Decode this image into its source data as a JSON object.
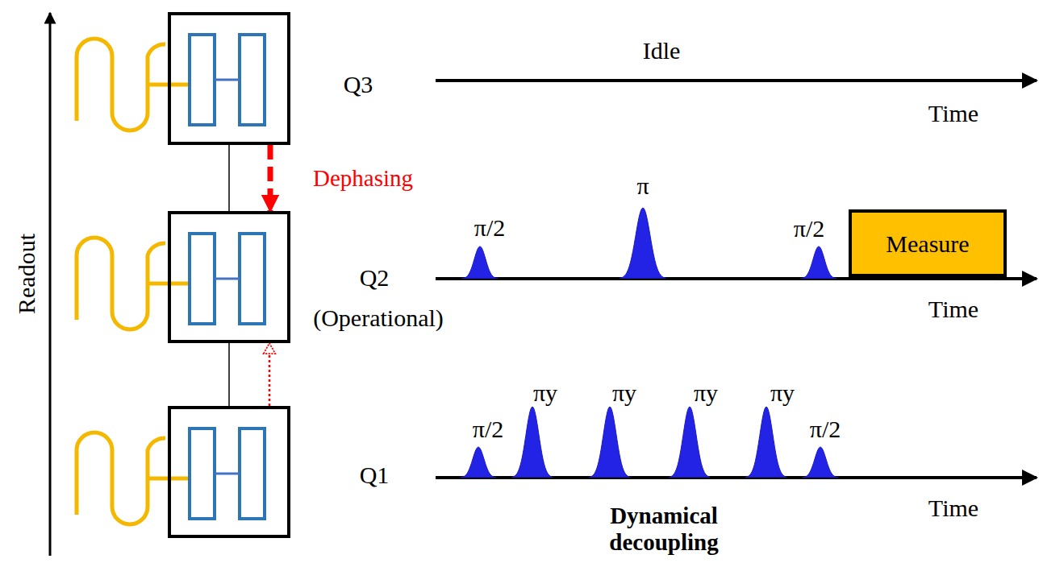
{
  "diagram": {
    "nodes": [
      {
        "text": [
          "Q3"
        ]
      },
      {
        "text": [
          "Q2",
          "(Operational)"
        ]
      },
      {
        "text": [
          "Measure"
        ]
      },
      {
        "text": [
          "Q1"
        ]
      }
    ],
    "edges": [
      {
        "from": 0,
        "to": 1,
        "arrow": "to",
        "label": "Dephasing"
      },
      {
        "from": 3,
        "to": 1,
        "arrow": "to"
      },
      {
        "from": 0,
        "to": 1,
        "arrow": "none"
      },
      {
        "from": 1,
        "to": 3,
        "arrow": "none"
      }
    ],
    "labels": [
      "Readout",
      "Idle",
      "Time",
      "π/2",
      "π",
      "π/2",
      "Time",
      "π/2",
      "πy",
      "πy",
      "πy",
      "πy",
      "π/2",
      "Time",
      "Dynamical decoupling"
    ]
  }
}
